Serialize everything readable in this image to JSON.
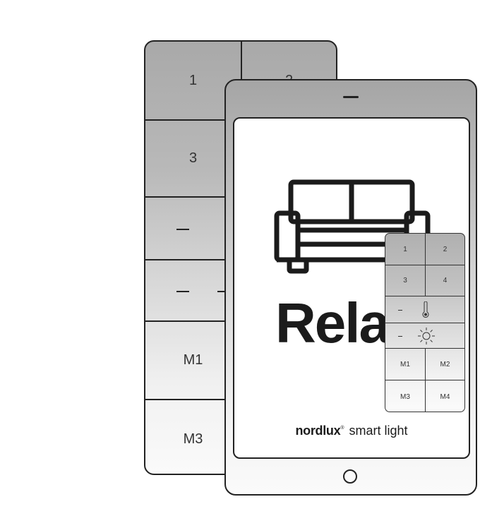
{
  "back_remote": {
    "buttons": [
      {
        "left": "1",
        "right": "2"
      },
      {
        "left": "3",
        "right": ""
      },
      {
        "left": "",
        "right": ""
      },
      {
        "left": "",
        "right": ""
      },
      {
        "left": "M1",
        "right": ""
      },
      {
        "left": "M3",
        "right": ""
      }
    ]
  },
  "tablet": {
    "scene_icon": "sofa-icon",
    "scene_title": "Rela",
    "brand_name": "nordlux",
    "brand_mark": "®",
    "brand_tagline": "smart light",
    "home_button_icon": "circle-icon"
  },
  "mini_remote": {
    "row1": [
      "1",
      "2"
    ],
    "row2": [
      "3",
      "4"
    ],
    "temperature_icon": "thermometer-icon",
    "brightness_icon": "sun-icon",
    "row5": [
      "M1",
      "M2"
    ],
    "row6": [
      "M3",
      "M4"
    ]
  },
  "colors": {
    "outline": "#222222",
    "body_gray_top": "#a9a9a9",
    "body_gray_bottom": "#fafafa",
    "text": "#1b1b1b"
  }
}
